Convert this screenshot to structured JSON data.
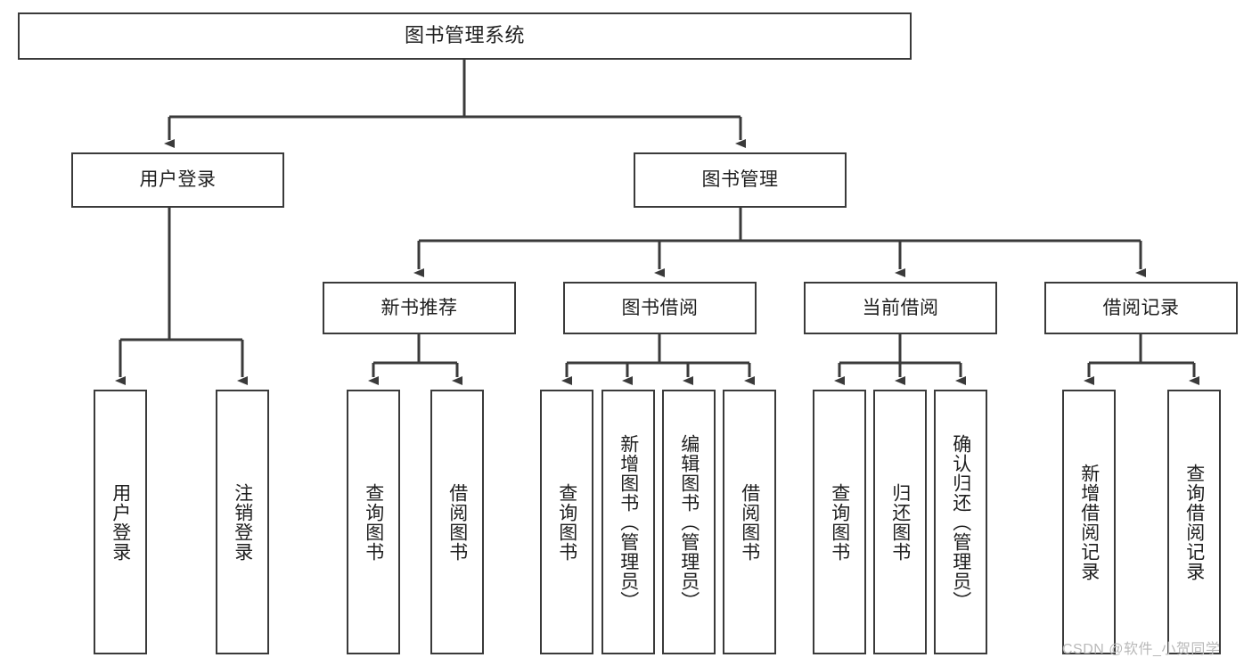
{
  "diagram": {
    "title": "图书管理系统",
    "type": "tree-hierarchy-diagram",
    "colors": {
      "box_border": "#3a3a3a",
      "box_fill": "#ffffff",
      "connector": "#3a3a3a",
      "text": "#1f1f1f",
      "watermark": "#b9b9b9",
      "background": "#ffffff"
    },
    "nodes": {
      "root": {
        "label": "图书管理系统"
      },
      "level2": [
        {
          "label": "用户登录"
        },
        {
          "label": "图书管理"
        }
      ],
      "level3": [
        {
          "label": "新书推荐"
        },
        {
          "label": "图书借阅"
        },
        {
          "label": "当前借阅"
        },
        {
          "label": "借阅记录"
        }
      ],
      "leaves": {
        "user_login": [
          {
            "label": "用户登录"
          },
          {
            "label": "注销登录"
          }
        ],
        "new_book_recommend": [
          {
            "label": "查询图书"
          },
          {
            "label": "借阅图书"
          }
        ],
        "book_borrow": [
          {
            "label": "查询图书"
          },
          {
            "label": "新增图书（管理员）"
          },
          {
            "label": "编辑图书（管理员）"
          },
          {
            "label": "借阅图书"
          }
        ],
        "current_borrow": [
          {
            "label": "查询图书"
          },
          {
            "label": "归还图书"
          },
          {
            "label": "确认归还（管理员）"
          }
        ],
        "borrow_record": [
          {
            "label": "新增借阅记录"
          },
          {
            "label": "查询借阅记录"
          }
        ]
      }
    },
    "watermark": "CSDN @软件_小贺同学"
  }
}
